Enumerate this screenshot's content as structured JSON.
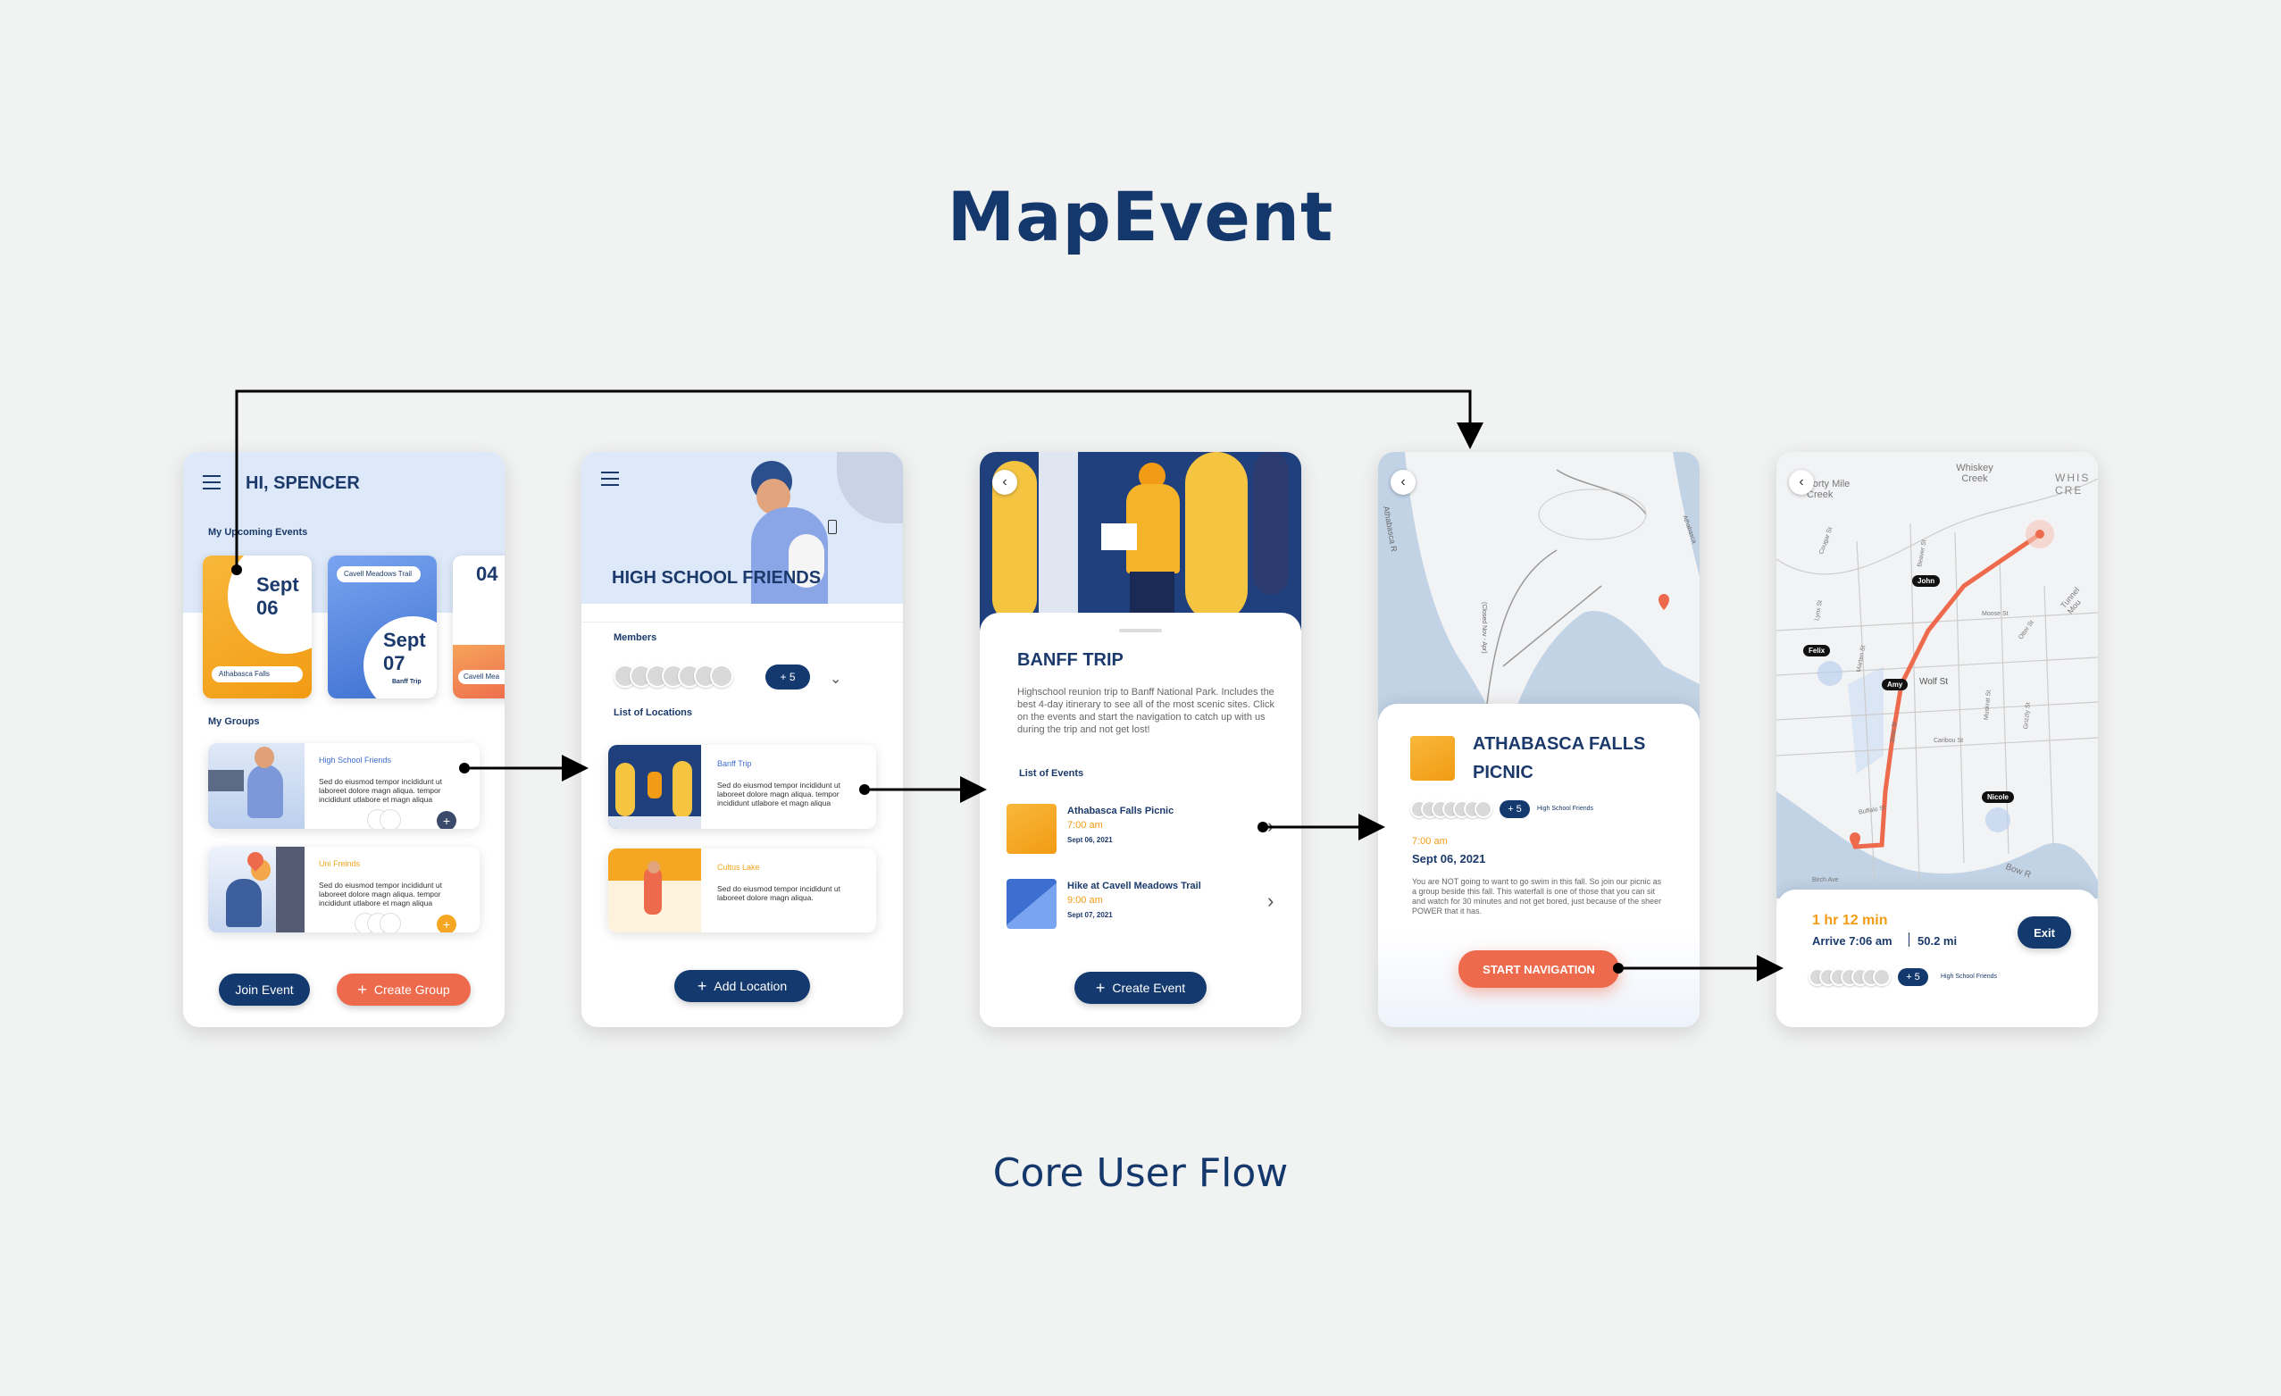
{
  "title": "MapEvent",
  "subtitle": "Core User Flow",
  "home": {
    "greeting": "HI, SPENCER",
    "upcoming_label": "My Upcoming Events",
    "events": [
      {
        "date_line1": "Sept",
        "date_line2": "06",
        "tag": "Athabasca Falls"
      },
      {
        "date_line1": "Sept",
        "date_line2": "07",
        "tag": "Cavell Meadows Trail",
        "sub": "Banff Trip"
      },
      {
        "date_line1": "04",
        "tag": "Cavell Mea"
      }
    ],
    "groups_label": "My Groups",
    "groups": [
      {
        "name": "High School Friends",
        "desc": "Sed do eiusmod tempor incididunt ut laboreet dolore magn aliqua. tempor incididunt utlabore et  magn aliqua",
        "add": "+"
      },
      {
        "name": "Uni Freinds",
        "desc": "Sed do eiusmod tempor incididunt ut laboreet dolore magn aliqua. tempor incididunt utlabore et  magn aliqua",
        "add": "+"
      }
    ],
    "join_label": "Join Event",
    "create_group_label": "Create Group"
  },
  "group": {
    "title": "HIGH SCHOOL FRIENDS",
    "members_label": "Members",
    "more_members": "+ 5",
    "locations_label": "List of Locations",
    "locations": [
      {
        "name": "Banff Trip",
        "desc": "Sed do eiusmod tempor incididunt ut laboreet dolore magn aliqua. tempor incididunt utlabore et  magn aliqua"
      },
      {
        "name": "Cultus Lake",
        "desc": "Sed do eiusmod tempor incididunt ut laboreet dolore magn aliqua."
      }
    ],
    "add_location_label": "Add Location"
  },
  "trip": {
    "title": "BANFF TRIP",
    "description": "Highschool reunion trip to Banff National Park. Includes the best 4-day itinerary to see all of the most scenic sites. Click on the events and start the navigation to catch up with us during the trip and not get lost!",
    "events_label": "List of Events",
    "events": [
      {
        "name": "Athabasca Falls Picnic",
        "time": "7:00 am",
        "date": "Sept 06, 2021"
      },
      {
        "name": "Hike at Cavell Meadows Trail",
        "time": "9:00 am",
        "date": "Sept 07, 2021"
      }
    ],
    "create_event_label": "Create Event"
  },
  "event": {
    "map_labels": [
      "Athabasca R",
      "(Closed Nov - Apr)",
      "Athabasca"
    ],
    "title_line1": "ATHABASCA FALLS",
    "title_line2": "PICNIC",
    "more_members": "+ 5",
    "group_name": "High School Friends",
    "time": "7:00 am",
    "date": "Sept 06, 2021",
    "description": "You are NOT going to want to go swim in this fall. So join our picnic as a group beside this fall. This waterfall is one of those that you can sit and watch for 30 minutes and not get bored, just because of the sheer POWER that it has.",
    "start_label": "START NAVIGATION"
  },
  "nav": {
    "map_labels": [
      "Forty Mile Creek",
      "Whiskey Creek",
      "WHIS CRE",
      "Buffalo St",
      "Bow R",
      "Birch Ave",
      "Wolf St",
      "Caribou St",
      "Otter St",
      "Tunnel Mou",
      "Beaver St",
      "Muskrat St",
      "Grizzly St",
      "Marten St",
      "Bear St",
      "Lynx St",
      "Cougar St",
      "Moose St"
    ],
    "people": [
      "John",
      "Felix",
      "Amy",
      "Nicole"
    ],
    "duration": "1 hr 12 min",
    "arrive": "Arrive 7:06 am",
    "distance": "50.2 mi",
    "exit_label": "Exit",
    "more_members": "+ 5",
    "group_name": "High School Friends"
  },
  "colors": {
    "navy": "#13396e",
    "orange": "#f5a623",
    "coral": "#ee6a4c",
    "blue": "#4a7fd6"
  }
}
